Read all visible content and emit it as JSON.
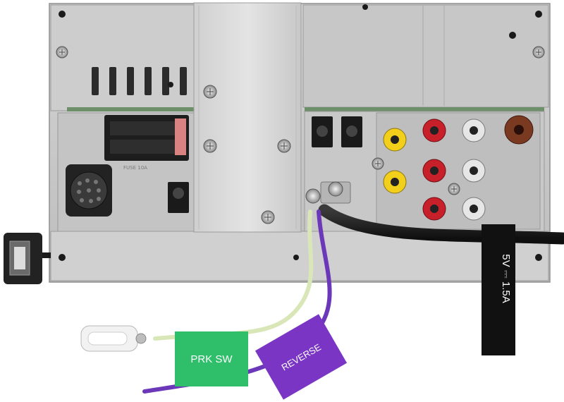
{
  "labels": {
    "prk_sw": "PRK SW",
    "reverse": "REVERSE",
    "usb_rating": "5V ⎓ 1.5A"
  },
  "colors": {
    "chassis": "#c9c9c9",
    "heatsink": "#d8d8d8",
    "prk_tag": "#2fbf6a",
    "reverse_tag": "#7b35c4",
    "rca_yellow": "#f2cf1a",
    "rca_red": "#c8202a",
    "rca_white": "#e6e6e6",
    "cable": "#1a1a1a"
  },
  "icons": [
    "screw-icon",
    "usb-connector-icon",
    "rca-jack-icon",
    "harness-connector-icon",
    "mini-din-icon"
  ]
}
